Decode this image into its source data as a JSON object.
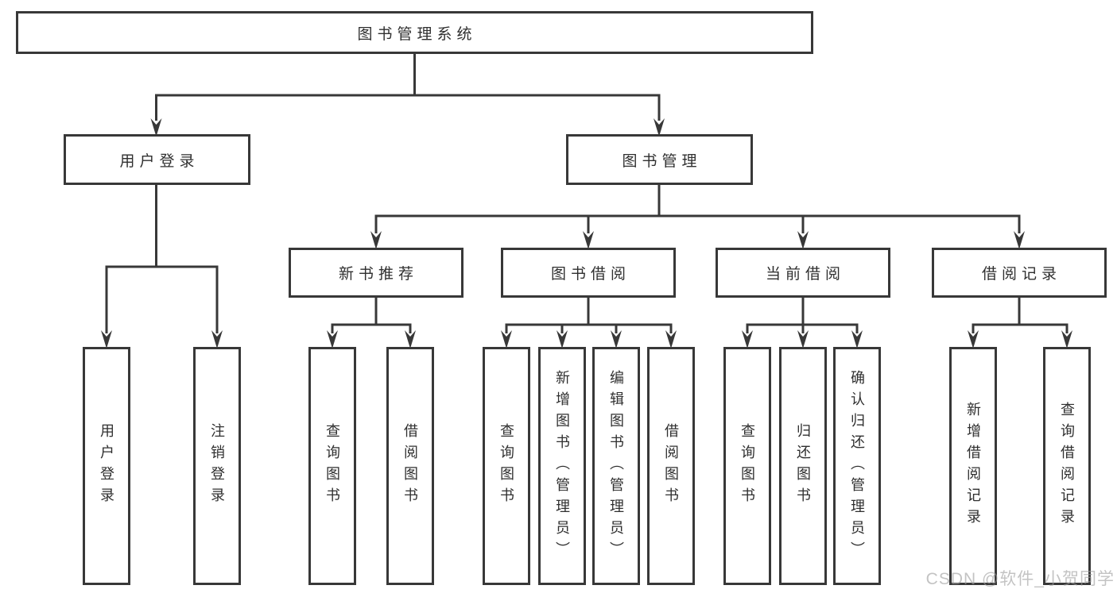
{
  "diagram_title": "图书管理系统",
  "colors": {
    "line": "#383838",
    "box_border": "#383838",
    "text": "#2f2f2f",
    "background": "#ffffff",
    "watermark": "#9e9e9e"
  },
  "tree": {
    "label": "图书管理系统",
    "children": [
      {
        "label": "用户登录",
        "children": [
          {
            "label": "用户登录"
          },
          {
            "label": "注销登录"
          }
        ]
      },
      {
        "label": "图书管理",
        "children": [
          {
            "label": "新书推荐",
            "children": [
              {
                "label": "查询图书"
              },
              {
                "label": "借阅图书"
              }
            ]
          },
          {
            "label": "图书借阅",
            "children": [
              {
                "label": "查询图书"
              },
              {
                "label": "新增图书（管理员）"
              },
              {
                "label": "编辑图书（管理员）"
              },
              {
                "label": "借阅图书"
              }
            ]
          },
          {
            "label": "当前借阅",
            "children": [
              {
                "label": "查询图书"
              },
              {
                "label": "归还图书"
              },
              {
                "label": "确认归还（管理员）"
              }
            ]
          },
          {
            "label": "借阅记录",
            "children": [
              {
                "label": "新增借阅记录"
              },
              {
                "label": "查询借阅记录"
              }
            ]
          }
        ]
      }
    ]
  },
  "watermark": "CSDN @软件_小贺同学"
}
